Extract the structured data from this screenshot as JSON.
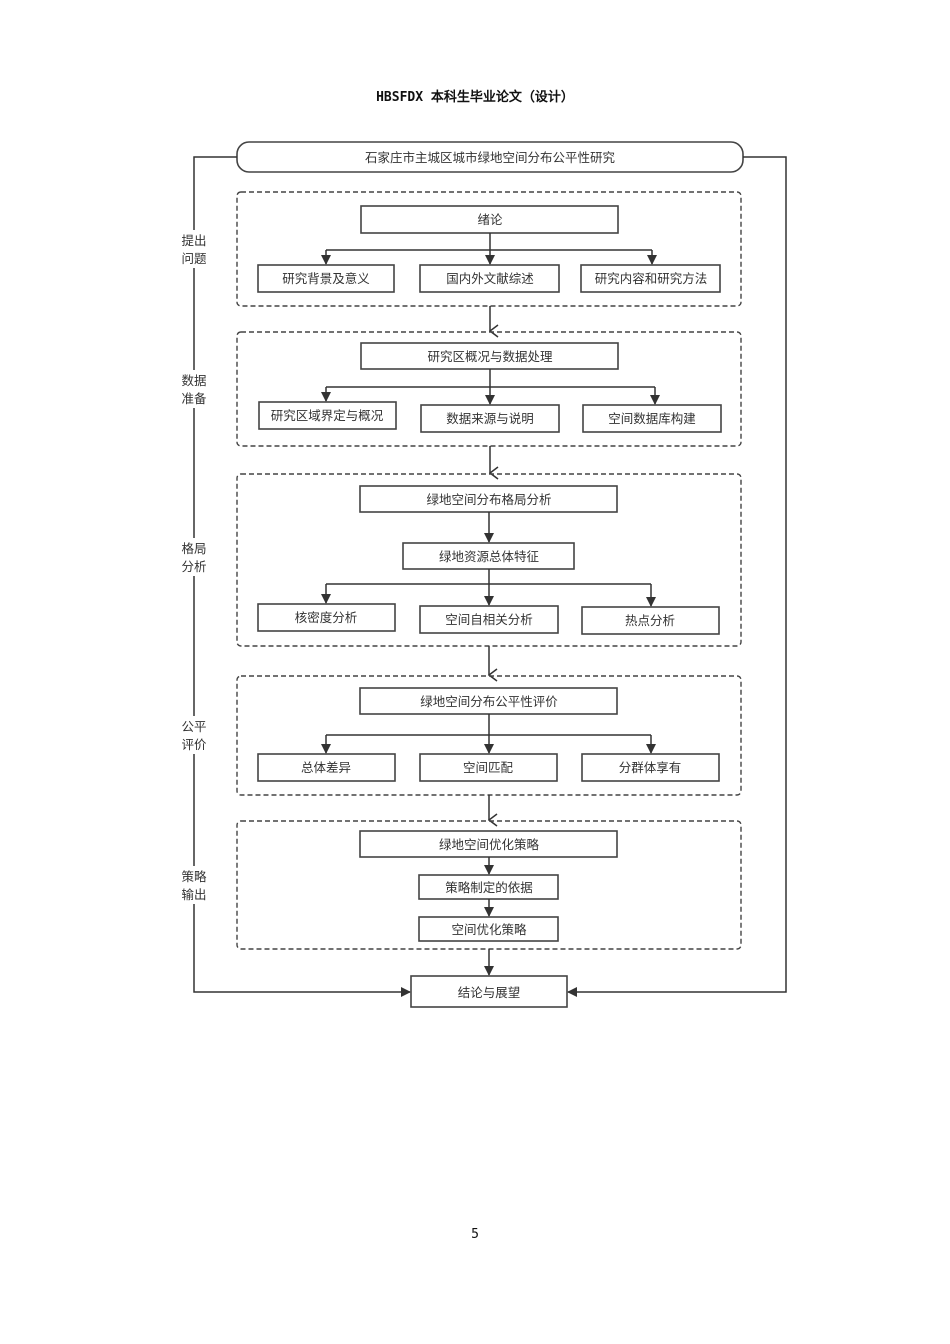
{
  "header": "HBSFDX 本科生毕业论文（设计）",
  "page_number": "5",
  "diagram": {
    "title": "石家庄市主城区城市绿地空间分布公平性研究",
    "conclusion": "结论与展望",
    "stages": [
      {
        "label": [
          "提出",
          "问题"
        ],
        "main": "绪论",
        "children": [
          "研究背景及意义",
          "国内外文献综述",
          "研究内容和研究方法"
        ]
      },
      {
        "label": [
          "数据",
          "准备"
        ],
        "main": "研究区概况与数据处理",
        "children": [
          "研究区域界定与概况",
          "数据来源与说明",
          "空间数据库构建"
        ]
      },
      {
        "label": [
          "格局",
          "分析"
        ],
        "main": "绿地空间分布格局分析",
        "sub": "绿地资源总体特征",
        "children": [
          "核密度分析",
          "空间自相关分析",
          "热点分析"
        ]
      },
      {
        "label": [
          "公平",
          "评价"
        ],
        "main": "绿地空间分布公平性评价",
        "children": [
          "总体差异",
          "空间匹配",
          "分群体享有"
        ]
      },
      {
        "label": [
          "策略",
          "输出"
        ],
        "main": "绿地空间优化策略",
        "chain": [
          "策略制定的依据",
          "空间优化策略"
        ]
      }
    ]
  }
}
